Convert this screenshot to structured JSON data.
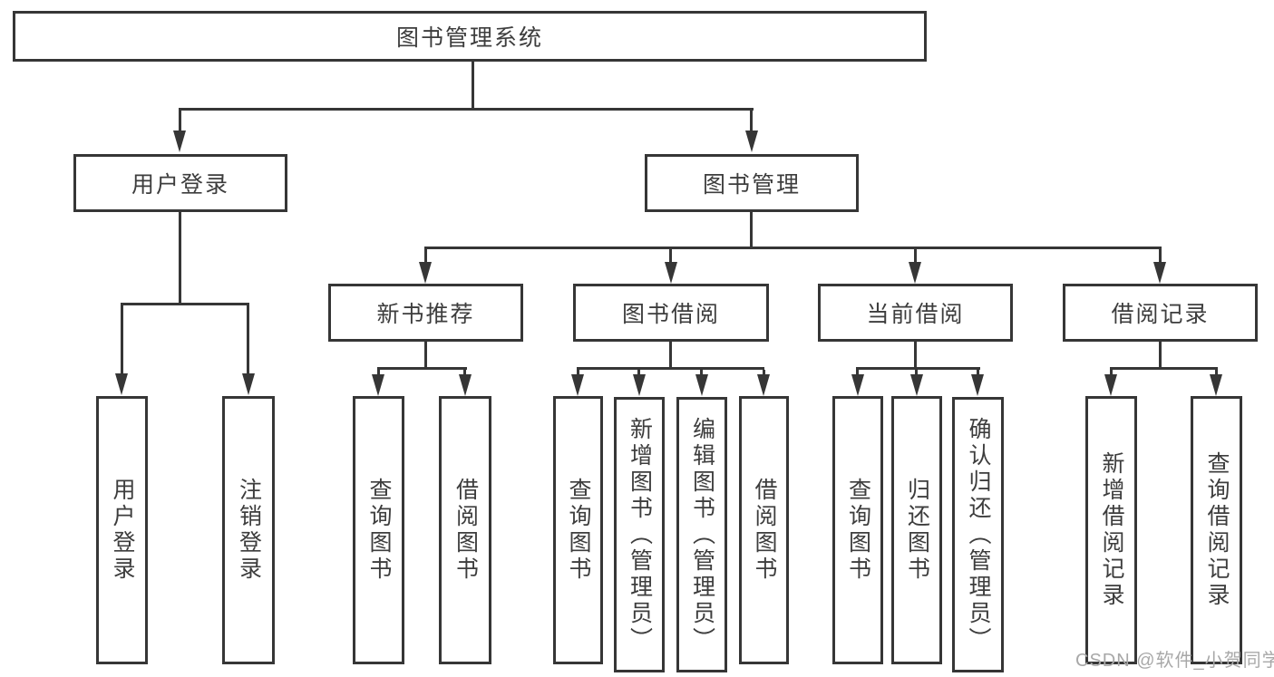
{
  "colors": {
    "line": "#363636",
    "text": "#3d3d3d",
    "box_background": "#ffffff",
    "watermark": "#a8a8a8",
    "background": "#ffffff"
  },
  "nodes": {
    "root": {
      "label": "图书管理系统"
    },
    "user_login": {
      "label": "用户登录"
    },
    "book_management": {
      "label": "图书管理"
    },
    "new_book_recommend": {
      "label": "新书推荐"
    },
    "book_borrow": {
      "label": "图书借阅"
    },
    "current_borrow": {
      "label": "当前借阅"
    },
    "borrow_records": {
      "label": "借阅记录"
    }
  },
  "leaves": {
    "user_login": {
      "label": "用户登录"
    },
    "logout": {
      "label": "注销登录"
    },
    "recommend_query_books": {
      "label": "查询图书"
    },
    "recommend_borrow_books": {
      "label": "借阅图书"
    },
    "borrow_query_books": {
      "label": "查询图书"
    },
    "borrow_add_books_admin": {
      "label": "新增图书（管理员）"
    },
    "borrow_edit_books_admin": {
      "label": "编辑图书（管理员）"
    },
    "borrow_borrow_books": {
      "label": "借阅图书"
    },
    "current_query_books": {
      "label": "查询图书"
    },
    "current_return_books": {
      "label": "归还图书"
    },
    "current_confirm_return_admin": {
      "label": "确认归还（管理员）"
    },
    "records_add_record": {
      "label": "新增借阅记录"
    },
    "records_query_record": {
      "label": "查询借阅记录"
    }
  },
  "watermark": {
    "text": "CSDN @软件_小贺同学"
  }
}
